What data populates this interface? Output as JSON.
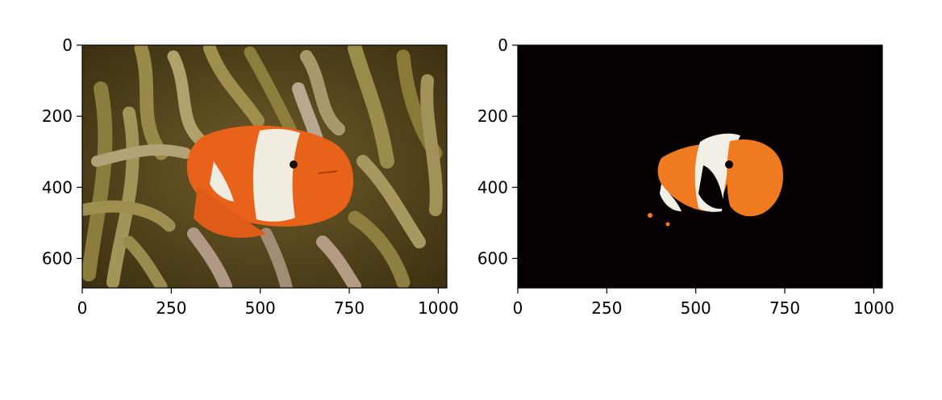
{
  "chart_data": [
    {
      "type": "image",
      "title": "",
      "xlabel": "",
      "ylabel": "",
      "xlim": [
        0,
        1024
      ],
      "ylim": [
        683,
        0
      ],
      "xticks": [
        0,
        250,
        500,
        750,
        1000
      ],
      "yticks": [
        0,
        200,
        400,
        600
      ],
      "xtick_labels": [
        "0",
        "250",
        "500",
        "750",
        "1000"
      ],
      "ytick_labels": [
        "0",
        "200",
        "400",
        "600"
      ],
      "content": "photo of orange-and-white clownfish among olive-brown sea anemone tentacles",
      "colors": {
        "background": "#5e4e22",
        "tentacle": "#9a8a4a",
        "fish_orange": "#e8621a",
        "fish_white": "#f0ece0"
      }
    },
    {
      "type": "image",
      "title": "",
      "xlabel": "",
      "ylabel": "",
      "xlim": [
        0,
        1024
      ],
      "ylim": [
        683,
        0
      ],
      "xticks": [
        0,
        250,
        500,
        750,
        1000
      ],
      "yticks": [
        0,
        200,
        400,
        600
      ],
      "xtick_labels": [
        "0",
        "250",
        "500",
        "750",
        "1000"
      ],
      "ytick_labels": [
        "0",
        "200",
        "400",
        "600"
      ],
      "content": "segmented clownfish on black background (orange and white pixels kept, rest masked)",
      "colors": {
        "background": "#060100",
        "fish_orange": "#f07a20",
        "fish_white": "#f2f0e6"
      }
    }
  ]
}
